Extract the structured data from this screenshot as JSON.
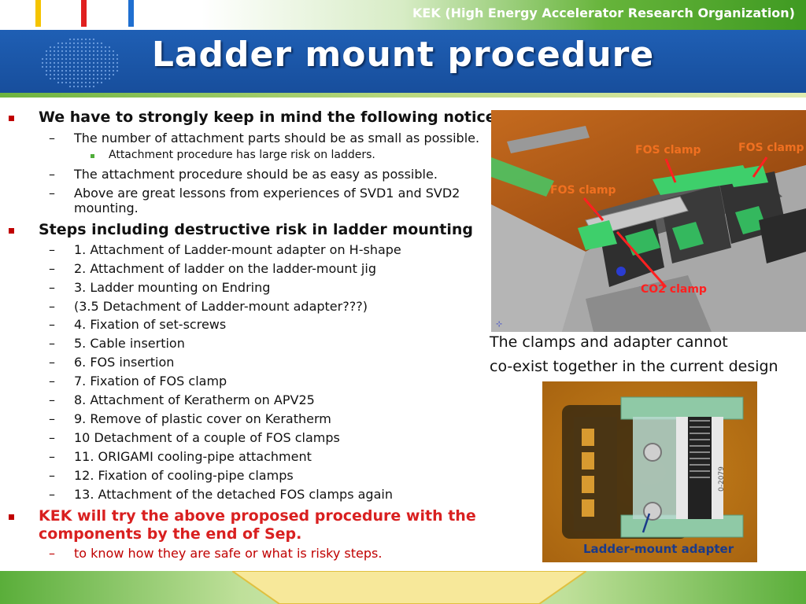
{
  "header": {
    "organization": "KEK (High Energy Accelerator Research Organization)",
    "title": "Ladder mount procedure"
  },
  "bullets": [
    {
      "level": 1,
      "text": "We have to strongly keep in mind the following notices:"
    },
    {
      "level": 2,
      "text": "The number of attachment parts should be as small as possible."
    },
    {
      "level": 3,
      "text": "Attachment procedure has large risk on ladders."
    },
    {
      "level": 2,
      "text": "The attachment procedure should be as easy as possible."
    },
    {
      "level": 2,
      "text": "Above are great lessons from experiences of SVD1 and SVD2"
    },
    {
      "level": 2,
      "text": "mounting."
    },
    {
      "level": 1,
      "text": "Steps including destructive risk in ladder mounting"
    },
    {
      "level": 2,
      "text": "1. Attachment of Ladder-mount adapter on H-shape"
    },
    {
      "level": 2,
      "text": "2. Attachment of ladder on the ladder-mount jig"
    },
    {
      "level": 2,
      "text": "3. Ladder mounting on Endring"
    },
    {
      "level": 2,
      "text": "(3.5 Detachment of Ladder-mount adapter???)"
    },
    {
      "level": 2,
      "text": "4. Fixation of set-screws"
    },
    {
      "level": 2,
      "text": "5. Cable insertion"
    },
    {
      "level": 2,
      "text": "6. FOS insertion"
    },
    {
      "level": 2,
      "text": "7. Fixation of FOS clamp"
    },
    {
      "level": 2,
      "text": "8. Attachment of Keratherm on APV25"
    },
    {
      "level": 2,
      "text": "9. Remove of plastic cover on Keratherm"
    },
    {
      "level": 2,
      "text": "10 Detachment of a couple of FOS clamps"
    },
    {
      "level": 2,
      "text": "11. ORIGAMI cooling-pipe attachment"
    },
    {
      "level": 2,
      "text": "12. Fixation of cooling-pipe clamps"
    },
    {
      "level": 2,
      "text": "13. Attachment of the detached FOS clamps again"
    },
    {
      "level": 1,
      "text": "KEK will try the above proposed procedure with the",
      "red": true
    },
    {
      "level": 1,
      "text": "components by the end of Sep.",
      "red": true
    },
    {
      "level": 2,
      "text": "to know how they are safe or what is risky steps.",
      "red": true
    }
  ],
  "photo1": {
    "labels": {
      "fos_clamp_1": "FOS clamp",
      "fos_clamp_2": "FOS clamp",
      "fos_clamp_3": "FOS clamp",
      "co2_clamp": "CO2 clamp"
    }
  },
  "captions": {
    "line1": "The clamps and adapter cannot",
    "line2": "co-exist together in the current design"
  },
  "photo2": {
    "label": "Ladder-mount adapter",
    "serial": "0-2079"
  },
  "colors": {
    "title_bar": "#1f5fb4",
    "bullet_red": "#c00000",
    "accent_green": "#4fad3a",
    "label_orange": "#f07020",
    "label_red": "#ff2020",
    "label_blue": "#1a3a8a"
  }
}
